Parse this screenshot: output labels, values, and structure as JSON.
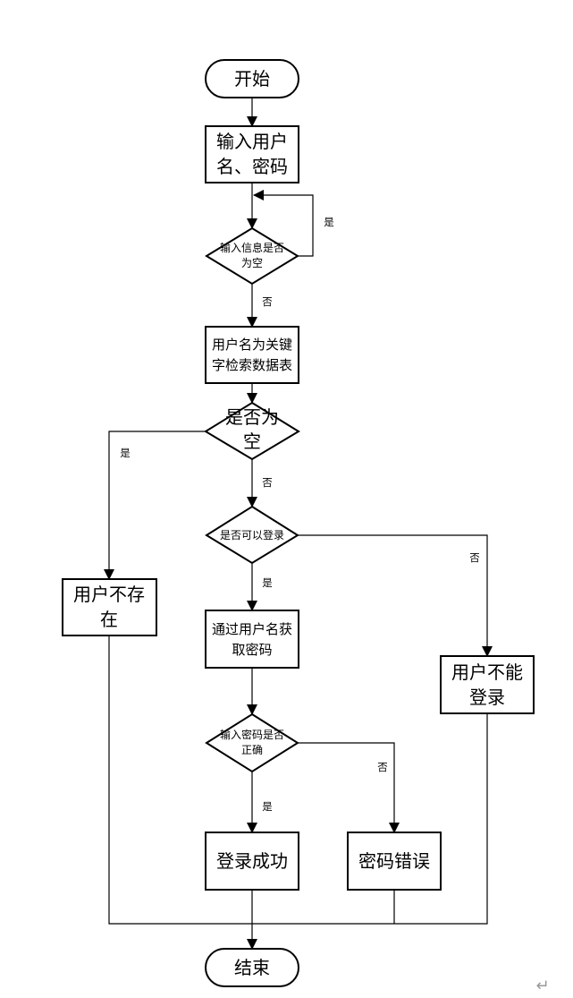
{
  "nodes": {
    "start": "开始",
    "input": [
      "输入用户",
      "名、密码"
    ],
    "check_empty": [
      "输入信息是否",
      "为空"
    ],
    "search": [
      "用户名为关键",
      "字检索数据表"
    ],
    "is_empty": [
      "是否为",
      "空"
    ],
    "can_login": "是否可以登录",
    "user_not_exist": [
      "用户不存",
      "在"
    ],
    "get_password": [
      "通过用户名获",
      "取密码"
    ],
    "cannot_login": [
      "用户不能",
      "登录"
    ],
    "pw_correct": [
      "输入密码是否",
      "正确"
    ],
    "login_success": "登录成功",
    "pw_error": "密码错误",
    "end": "结束"
  },
  "edge_labels": {
    "yes": "是",
    "no": "否"
  },
  "page_mark": "↵"
}
